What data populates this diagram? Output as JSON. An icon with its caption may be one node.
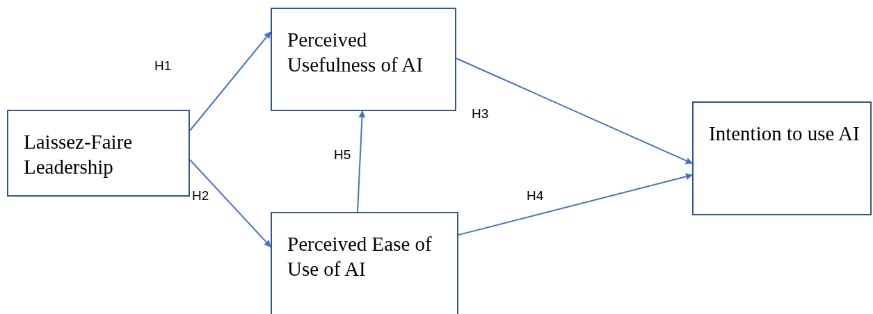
{
  "diagram": {
    "nodes": [
      {
        "text": [
          "Laissez-Faire Leadership"
        ]
      },
      {
        "text": [
          "Perceived Usefulness of AI"
        ]
      },
      {
        "text": [
          "Perceived Ease of Use of AI"
        ]
      },
      {
        "text": [
          "Intention to use AI"
        ]
      }
    ],
    "edges": [
      {
        "from": 0,
        "to": 1,
        "arrow": "to",
        "label": "H1"
      },
      {
        "from": 0,
        "to": 2,
        "arrow": "to",
        "label": "H2"
      },
      {
        "from": 1,
        "to": 3,
        "arrow": "to",
        "label": "H3"
      },
      {
        "from": 2,
        "to": 3,
        "arrow": "to",
        "label": "H4"
      },
      {
        "from": 2,
        "to": 1,
        "arrow": "to",
        "label": "H5"
      }
    ]
  }
}
